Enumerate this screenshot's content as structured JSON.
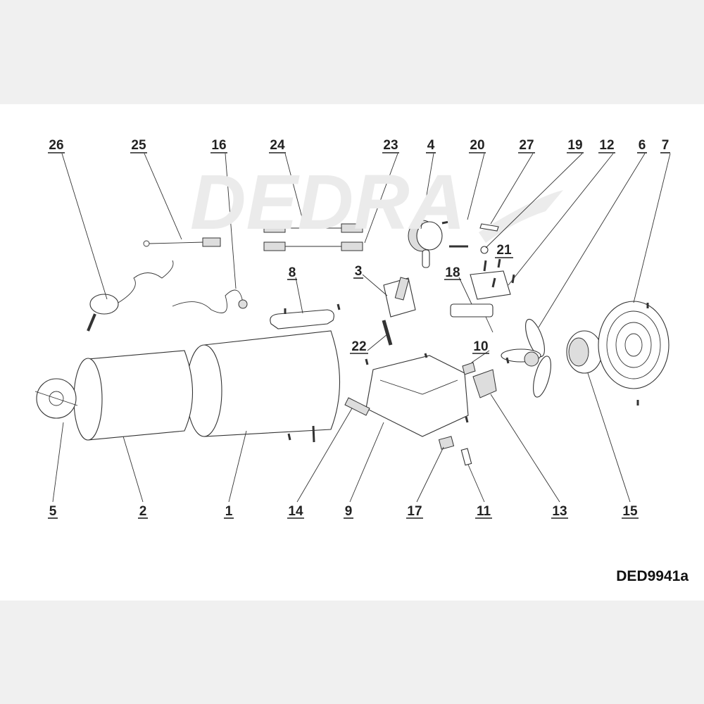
{
  "drawing_code": "DED9941a",
  "watermark": "DEDRA",
  "part_labels": {
    "p26": "26",
    "p25": "25",
    "p16": "16",
    "p24": "24",
    "p23": "23",
    "p4": "4",
    "p20": "20",
    "p27": "27",
    "p19": "19",
    "p12": "12",
    "p6": "6",
    "p7": "7",
    "p21": "21",
    "p8": "8",
    "p3": "3",
    "p18": "18",
    "p22": "22",
    "p10": "10",
    "p5": "5",
    "p2": "2",
    "p1": "1",
    "p14": "14",
    "p9": "9",
    "p17": "17",
    "p11": "11",
    "p13": "13",
    "p15": "15"
  }
}
